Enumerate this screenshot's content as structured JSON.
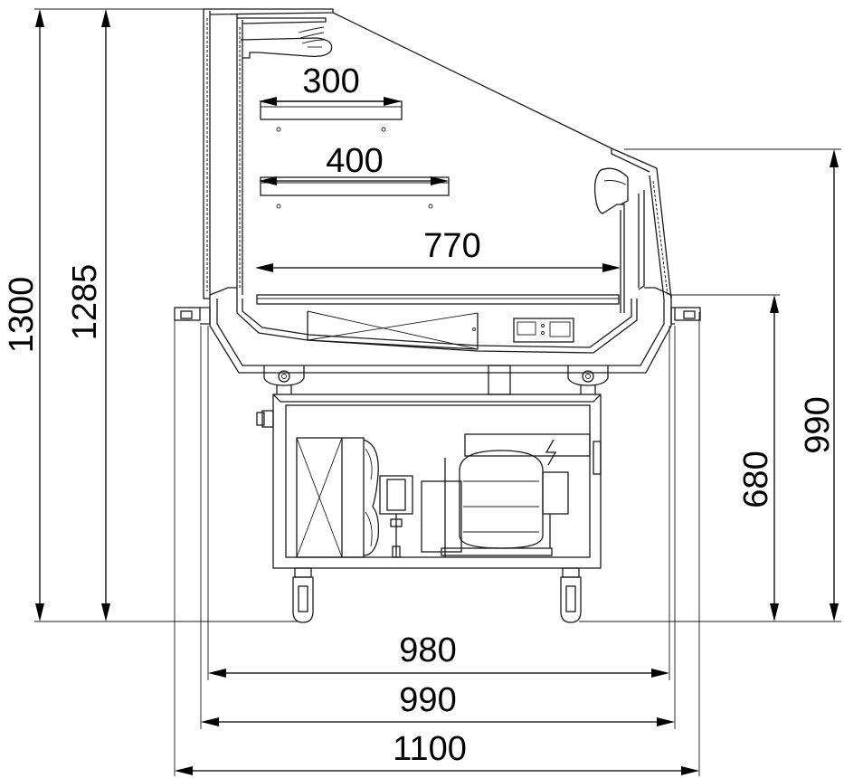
{
  "dimensions": {
    "total_height": "1300",
    "glass_height": "1285",
    "shelf_top": "300",
    "shelf_middle": "400",
    "display_depth": "770",
    "counter_height": "990",
    "base_height": "680",
    "width_inner": "980",
    "width_body": "990",
    "width_total": "1100"
  },
  "colors": {
    "line": "#1a1a1a",
    "background": "#ffffff"
  }
}
